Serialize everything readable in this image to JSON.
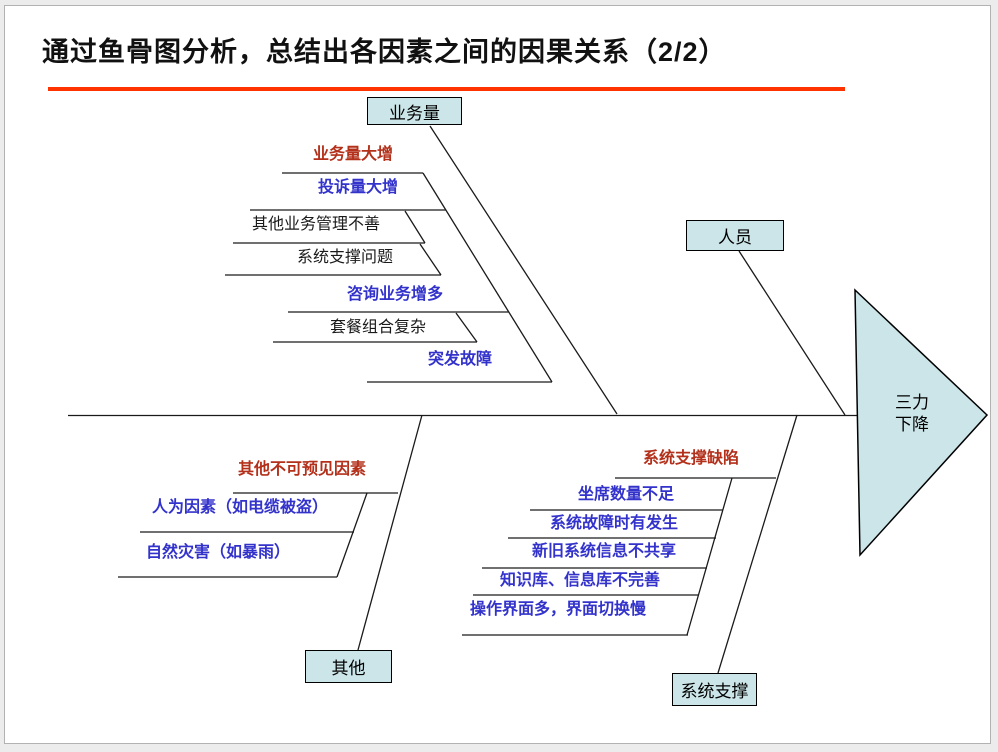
{
  "title": "通过鱼骨图分析，总结出各因素之间的因果关系（2/2）",
  "effect_label": "三力\n下降",
  "colors": {
    "accent_underline": "#ff3300",
    "red_label": "#b3301b",
    "blue_label": "#3333cc",
    "black_label": "#1a1a1a",
    "box_fill": "#cbe5e8",
    "line_color": "#1a1a1a"
  },
  "branches": {
    "business_volume": {
      "category": "业务量",
      "main_cause": "业务量大增",
      "sub_causes": [
        "投诉量大增",
        "其他业务管理不善",
        "系统支撑问题",
        "咨询业务增多",
        "套餐组合复杂",
        "突发故障"
      ]
    },
    "personnel": {
      "category": "人员",
      "main_cause": "",
      "sub_causes": []
    },
    "other": {
      "category": "其他",
      "main_cause": "其他不可预见因素",
      "sub_causes": [
        "人为因素（如电缆被盗）",
        "自然灾害（如暴雨）"
      ]
    },
    "system_support": {
      "category": "系统支撑",
      "main_cause": "系统支撑缺陷",
      "sub_causes": [
        "坐席数量不足",
        "系统故障时有发生",
        "新旧系统信息不共享",
        "知识库、信息库不完善",
        "操作界面多，界面切换慢"
      ]
    }
  }
}
